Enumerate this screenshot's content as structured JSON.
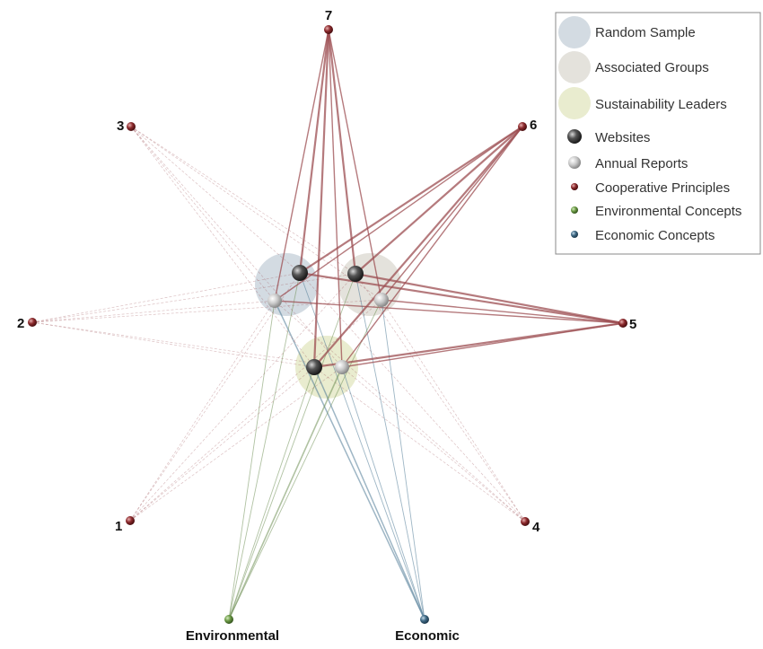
{
  "colors": {
    "random_sample": "#d3dbe2",
    "associated_groups": "#e4e2dc",
    "sustainability_leaders": "#e9eccf",
    "principle_line": "#9c4e52",
    "principle_node": "#7a1f22",
    "environmental_line": "#6f8f55",
    "environmental_node": "#6b9a45",
    "economic_line": "#4f7a96",
    "economic_node": "#3f6985",
    "websites": "#4a4a4a",
    "annual_reports": "#c4c4c4"
  },
  "nodes": {
    "n7": "7",
    "n6": "6",
    "n5": "5",
    "n4": "4",
    "n3": "3",
    "n2": "2",
    "n1": "1",
    "environmental": "Environmental",
    "economic": "Economic"
  },
  "legend": {
    "random_sample": "Random Sample",
    "associated_groups": "Associated Groups",
    "sustainability_leaders": "Sustainability Leaders",
    "websites": "Websites",
    "annual_reports": "Annual Reports",
    "cooperative_principles": "Cooperative Principles",
    "environmental_concepts": "Environmental Concepts",
    "economic_concepts": "Economic Concepts"
  }
}
